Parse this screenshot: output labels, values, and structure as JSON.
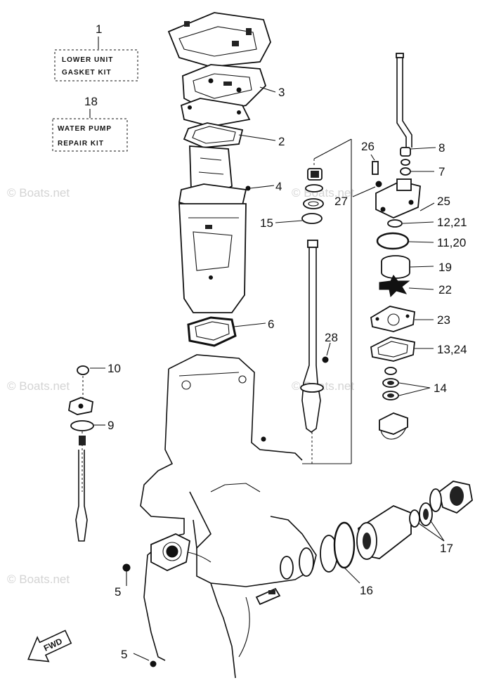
{
  "watermark": "© Boats.net",
  "kit_boxes": {
    "lower_unit": {
      "number": "1",
      "line1": "LOWER UNIT",
      "line2": "GASKET KIT"
    },
    "water_pump": {
      "number": "18",
      "line1": "WATER PUMP",
      "line2": "REPAIR KIT"
    }
  },
  "callouts": {
    "c3": "3",
    "c2": "2",
    "c4": "4",
    "c6": "6",
    "c10": "10",
    "c9": "9",
    "c5a": "5",
    "c5b": "5",
    "c26": "26",
    "c27": "27",
    "c8": "8",
    "c7": "7",
    "c25": "25",
    "c12_21": "12,21",
    "c11_20": "11,20",
    "c19": "19",
    "c22": "22",
    "c23": "23",
    "c13_24": "13,24",
    "c14": "14",
    "c15": "15",
    "c28": "28",
    "c16": "16",
    "c17": "17"
  },
  "direction_arrow": "FWD"
}
